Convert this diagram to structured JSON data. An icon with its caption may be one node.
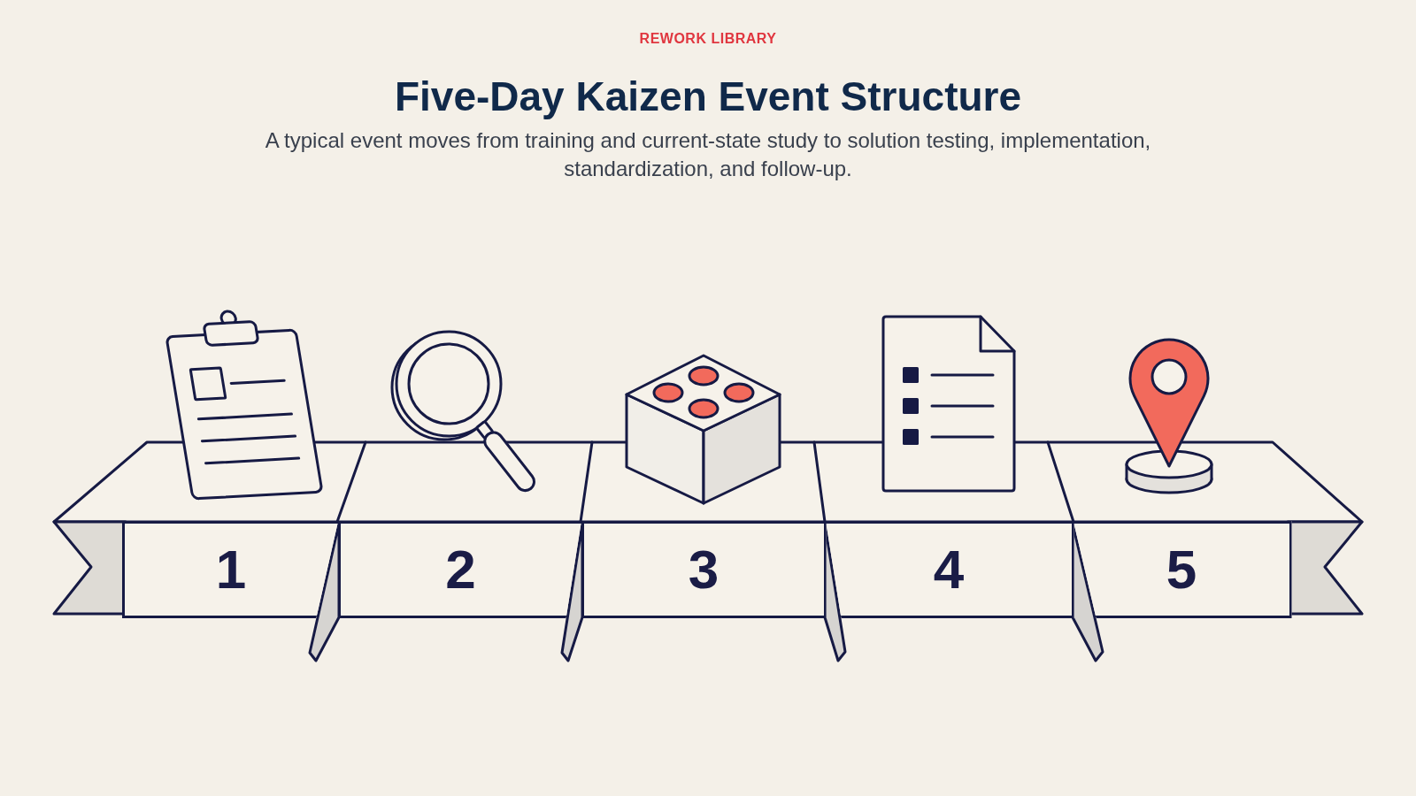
{
  "diagram": {
    "title": "Five-Day Kaizen Event Structure",
    "caption": "A typical event moves from training and current-state study to solution testing, implementation, standardization, and follow-up.",
    "nodes": [
      {
        "text": [
          "1"
        ]
      },
      {
        "text": [
          "2"
        ]
      },
      {
        "text": [
          "3"
        ]
      },
      {
        "text": [
          "4"
        ]
      },
      {
        "text": [
          "5"
        ]
      }
    ],
    "labels": [
      "REWORK LIBRARY"
    ]
  }
}
